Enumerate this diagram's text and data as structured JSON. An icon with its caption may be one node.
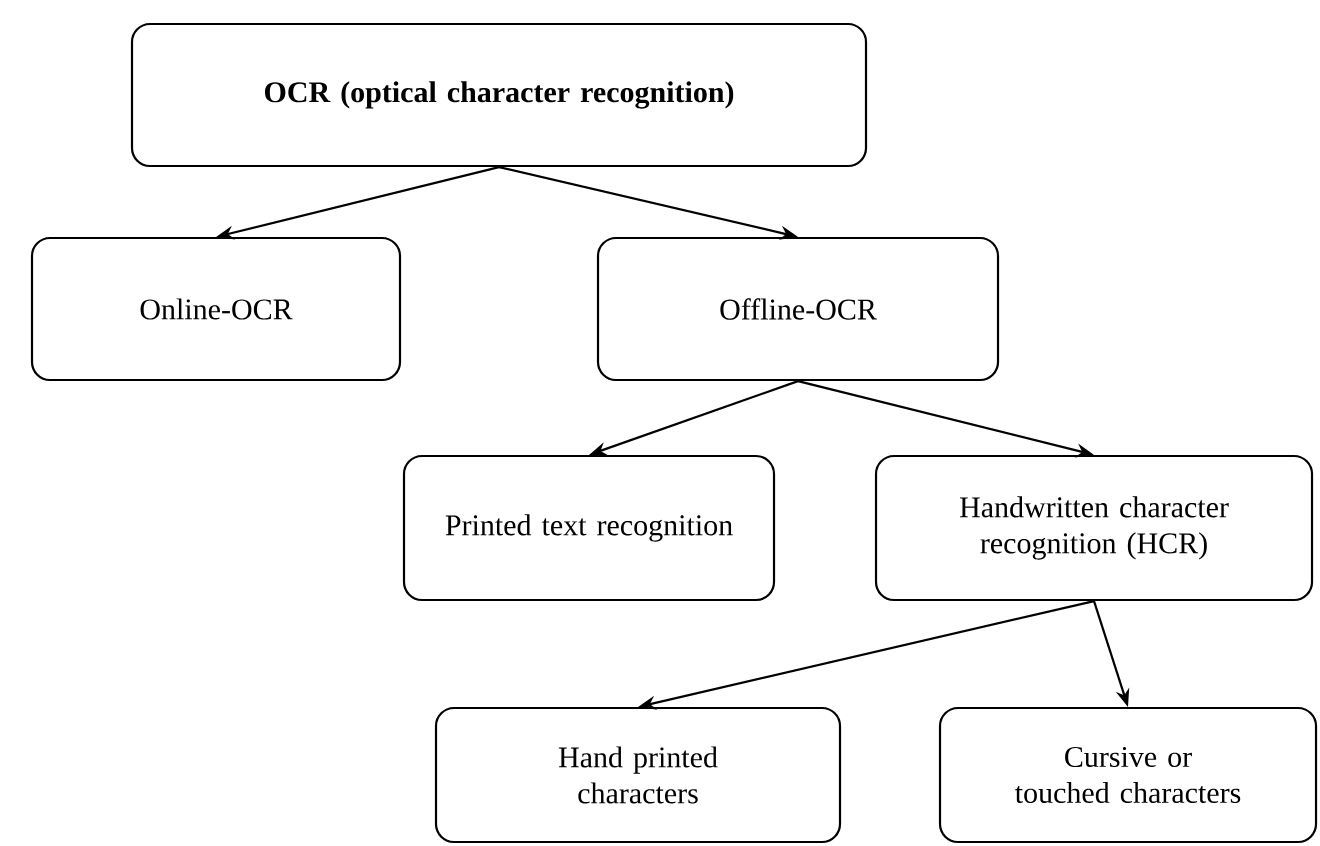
{
  "diagram": {
    "nodes": [
      {
        "text": [
          "OCR (optical character recognition)"
        ]
      },
      {
        "text": [
          "Online-OCR"
        ]
      },
      {
        "text": [
          "Offline-OCR"
        ]
      },
      {
        "text": [
          "Printed text recognition"
        ]
      },
      {
        "text": [
          "Handwritten character recognition (HCR)"
        ]
      },
      {
        "text": [
          "Hand printed characters"
        ]
      },
      {
        "text": [
          "Cursive or touched characters"
        ]
      }
    ],
    "edges": [
      {
        "from": 0,
        "to": 1,
        "arrow": "to"
      },
      {
        "from": 0,
        "to": 2,
        "arrow": "to"
      },
      {
        "from": 2,
        "to": 3,
        "arrow": "to"
      },
      {
        "from": 2,
        "to": 4,
        "arrow": "to"
      },
      {
        "from": 4,
        "to": 5,
        "arrow": "to"
      },
      {
        "from": 4,
        "to": 6,
        "arrow": "to"
      }
    ]
  }
}
